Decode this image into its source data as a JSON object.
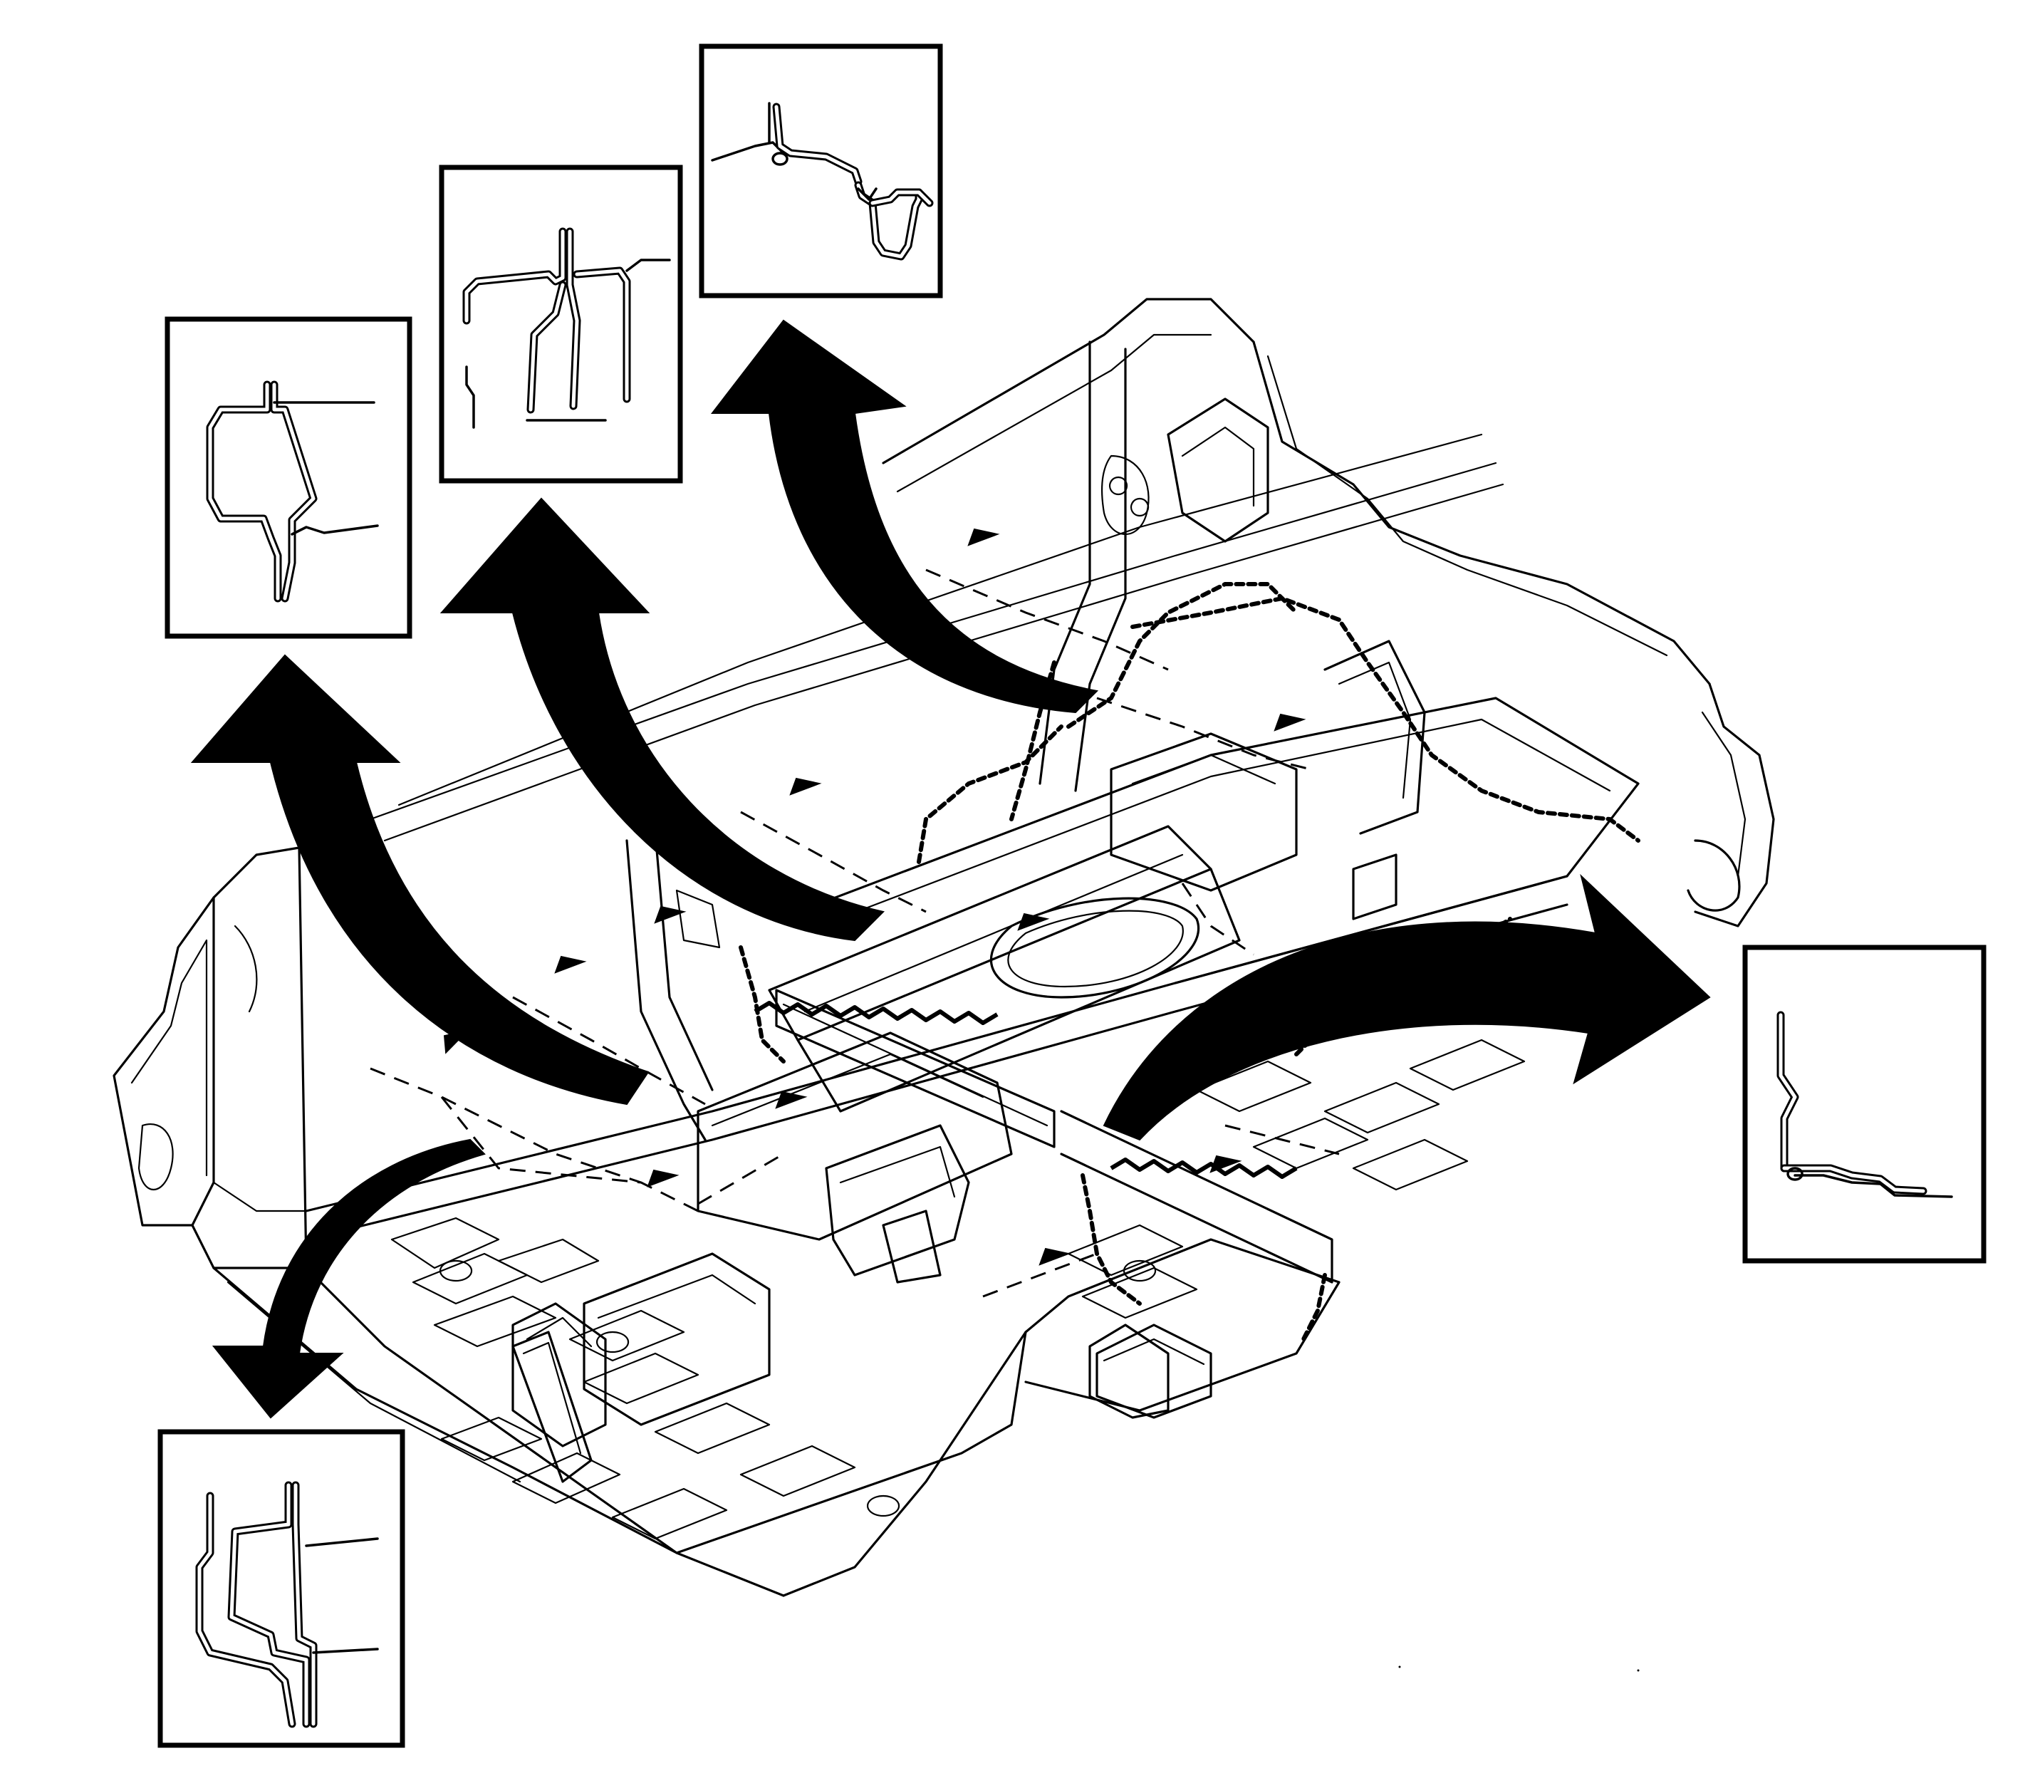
{
  "figure": {
    "subject": "vehicle-floor-pan-exploded-view",
    "callout_count": 5,
    "callouts": [
      {
        "id": "detail-1",
        "icon": "section-profile-icon"
      },
      {
        "id": "detail-2",
        "icon": "section-profile-icon"
      },
      {
        "id": "detail-3",
        "icon": "section-profile-icon"
      },
      {
        "id": "detail-4",
        "icon": "section-profile-icon"
      },
      {
        "id": "detail-5",
        "icon": "section-profile-icon"
      }
    ],
    "colors": {
      "line": "#000000",
      "background": "#ffffff"
    }
  }
}
